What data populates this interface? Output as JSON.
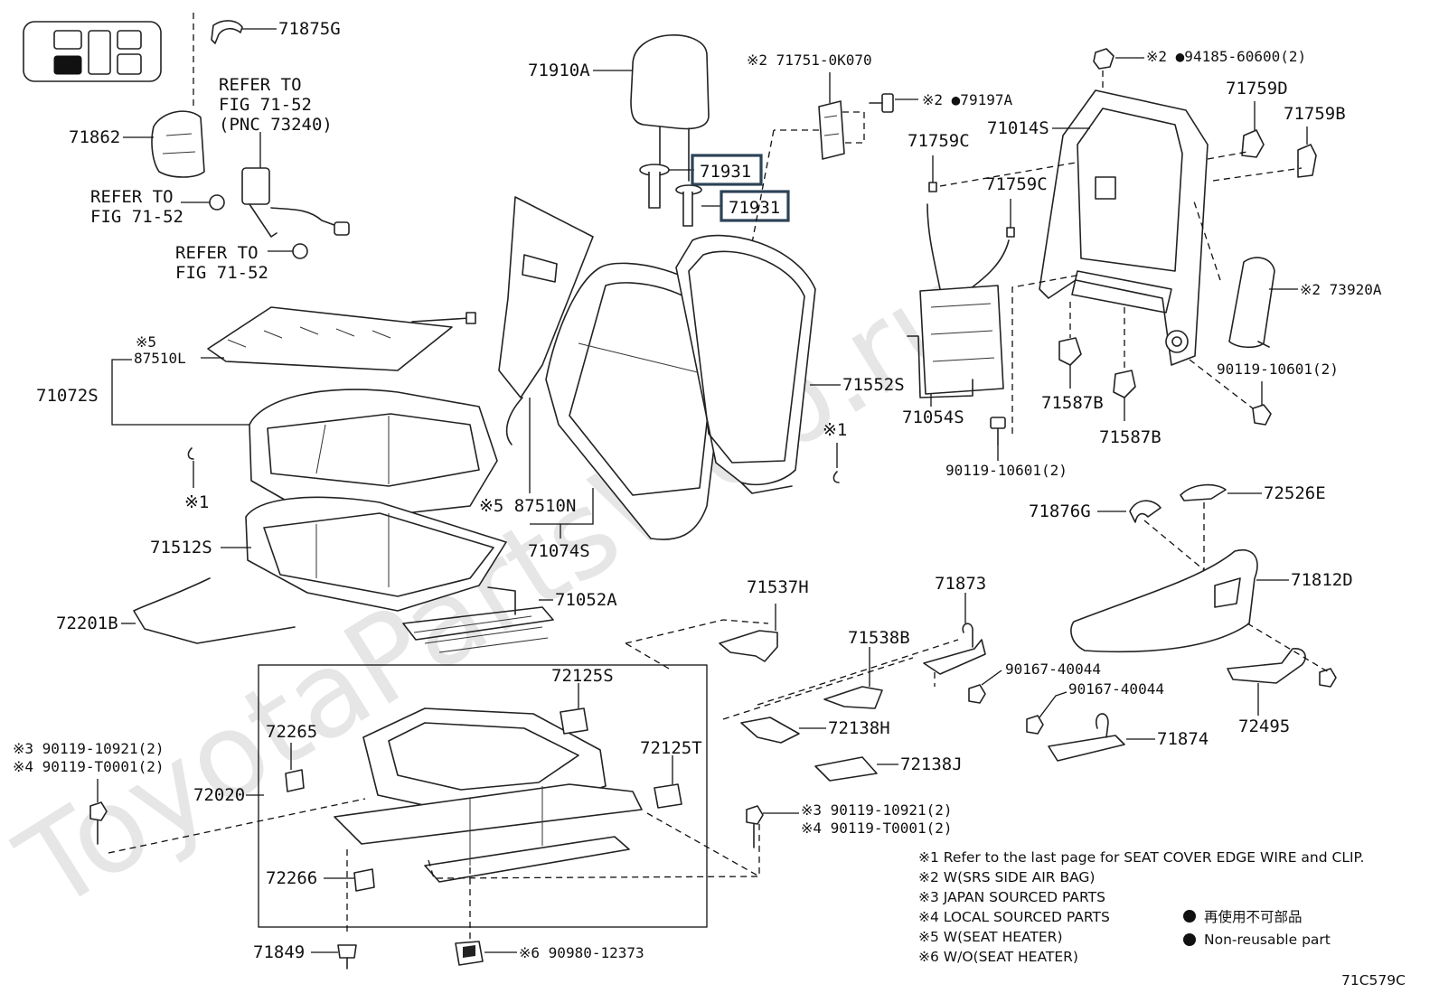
{
  "labels": {
    "l71875G": "71875G",
    "l71862": "71862",
    "refer1": [
      "REFER TO",
      "FIG 71-52",
      "(PNC 73240)"
    ],
    "refer2": [
      "REFER TO",
      "FIG 71-52"
    ],
    "refer3": [
      "REFER TO",
      "FIG 71-52"
    ],
    "l71910A": "71910A",
    "l71931a": "71931",
    "l71931b": "71931",
    "l717510K070": "※2 71751-0K070",
    "l79197A": "※2 ●79197A",
    "l71759C_a": "71759C",
    "l71759C_b": "71759C",
    "l71014S": "71014S",
    "l94185": "※2 ●94185-60600(2)",
    "l71759D": "71759D",
    "l71759B": "71759B",
    "l87510L": [
      "※5",
      "87510L"
    ],
    "l71072S": "71072S",
    "l73920A": "※2 73920A",
    "l71552S": "71552S",
    "l90119_10601_a": "90119-10601(2)",
    "l71587B_a": "71587B",
    "l71587B_b": "71587B",
    "l71054S": "71054S",
    "l90119_10601_b": "90119-10601(2)",
    "sym1_a": "※1",
    "sym1_b": "※1",
    "l87510N": "※5 87510N",
    "l71074S": "71074S",
    "l71512S": "71512S",
    "l72526E": "72526E",
    "l71876G": "71876G",
    "l71812D": "71812D",
    "l72201B": "72201B",
    "l71052A": "71052A",
    "l71537H": "71537H",
    "l71873": "71873",
    "l71538B": "71538B",
    "l90167_a": "90167-40044",
    "l90167_b": "90167-40044",
    "l72125S": "72125S",
    "l72265": "72265",
    "l72138H": "72138H",
    "l71874": "71874",
    "l72495": "72495",
    "l72125T": "72125T",
    "l72138J": "72138J",
    "l90119_10921_a": "※3 90119-10921(2)",
    "l90119_T0001_a": "※4 90119-T0001(2)",
    "l72020": "72020",
    "l90119_10921_b": "※3 90119-10921(2)",
    "l90119_T0001_b": "※4 90119-T0001(2)",
    "l72266": "72266",
    "l71849": "71849",
    "l90980": "※6 90980-12373",
    "diagram_code": "71C579C"
  },
  "notes": [
    "※1  Refer to the last page for SEAT COVER EDGE WIRE and CLIP.",
    "※2  W(SRS SIDE AIR BAG)",
    "※3  JAPAN SOURCED PARTS",
    "※4  LOCAL SOURCED PARTS",
    "※5  W(SEAT HEATER)",
    "※6  W/O(SEAT HEATER)"
  ],
  "legend": {
    "jp": "再使用不可部品",
    "en": "Non-reusable part"
  },
  "watermark": "ToyotaPartsWeb.ru",
  "colors": {
    "highlight": "#2d4356",
    "ink": "#111111"
  }
}
